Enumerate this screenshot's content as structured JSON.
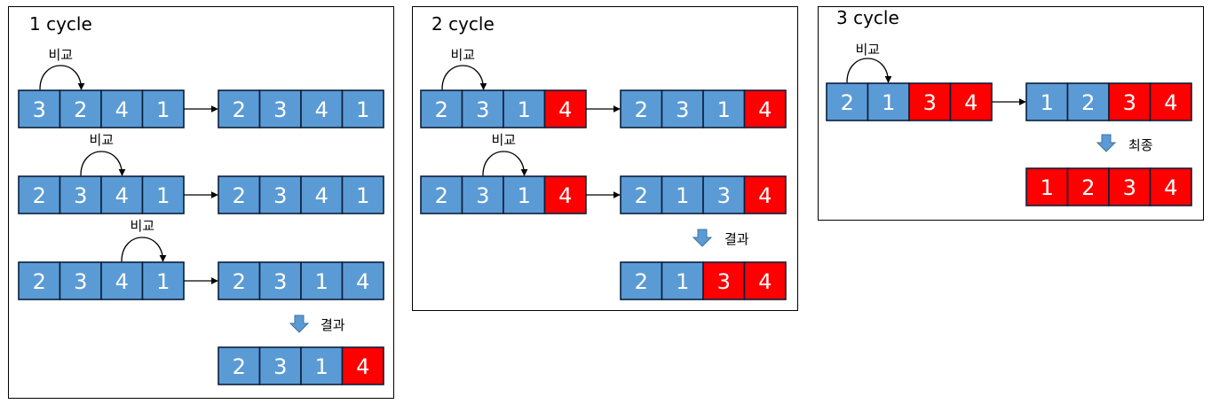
{
  "colors": {
    "sorted": "#ff0000",
    "unsorted": "#5b9bd5",
    "border": "#0a1e3c"
  },
  "panels": [
    {
      "title": "1 cycle",
      "rows": [
        {
          "label": "비교",
          "before": [
            3,
            2,
            4,
            1
          ],
          "after": [
            2,
            3,
            4,
            1
          ],
          "before_sorted": 0,
          "after_sorted": 0
        },
        {
          "label": "비교",
          "before": [
            2,
            3,
            4,
            1
          ],
          "after": [
            2,
            3,
            4,
            1
          ],
          "before_sorted": 0,
          "after_sorted": 0
        },
        {
          "label": "비교",
          "before": [
            2,
            3,
            4,
            1
          ],
          "after": [
            2,
            3,
            1,
            4
          ],
          "before_sorted": 0,
          "after_sorted": 0
        }
      ],
      "result_label": "결과",
      "result": [
        2,
        3,
        1,
        4
      ],
      "result_sorted": 1
    },
    {
      "title": "2 cycle",
      "rows": [
        {
          "label": "비교",
          "before": [
            2,
            3,
            1,
            4
          ],
          "after": [
            2,
            3,
            1,
            4
          ],
          "before_sorted": 1,
          "after_sorted": 1
        },
        {
          "label": "비교",
          "before": [
            2,
            3,
            1,
            4
          ],
          "after": [
            2,
            1,
            3,
            4
          ],
          "before_sorted": 1,
          "after_sorted": 1
        }
      ],
      "result_label": "결과",
      "result": [
        2,
        1,
        3,
        4
      ],
      "result_sorted": 2
    },
    {
      "title": "3 cycle",
      "rows": [
        {
          "label": "비교",
          "before": [
            2,
            1,
            3,
            4
          ],
          "after": [
            1,
            2,
            3,
            4
          ],
          "before_sorted": 2,
          "after_sorted": 2
        }
      ],
      "result_label": "최종",
      "result": [
        1,
        2,
        3,
        4
      ],
      "result_sorted": 4
    }
  ]
}
